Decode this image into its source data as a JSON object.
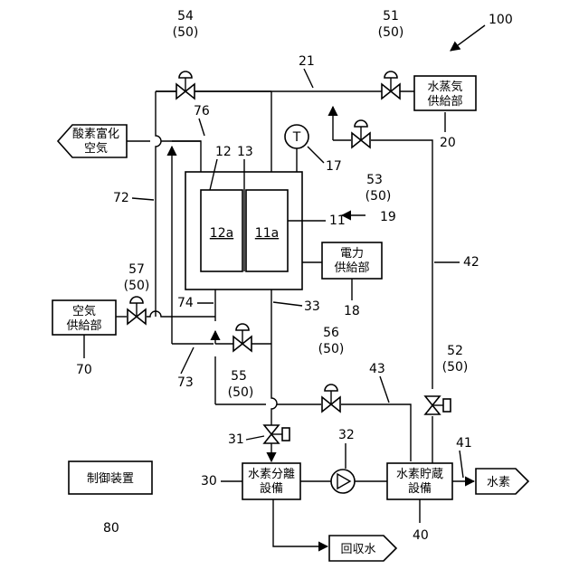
{
  "labels": {
    "system_ref": "100",
    "valve54": "54",
    "valve54_sub": "(50)",
    "valve51": "51",
    "valve51_sub": "(50)",
    "valve53": "53",
    "valve53_sub": "(50)",
    "valve57": "57",
    "valve57_sub": "(50)",
    "valve55": "55",
    "valve55_sub": "(50)",
    "valve56": "56",
    "valve56_sub": "(50)",
    "valve52": "52",
    "valve52_sub": "(50)",
    "pipe21": "21",
    "pipe76": "76",
    "pipe72": "72",
    "pipe74": "74",
    "pipe73": "73",
    "pipe33": "33",
    "pipe43": "43",
    "pipe42": "42",
    "pipe41": "41",
    "valve31": "31",
    "pump32": "32",
    "cell12": "12",
    "cell13": "13",
    "sensor17": "17",
    "ref20": "20",
    "ref11": "11",
    "ref19": "19",
    "ref18": "18",
    "ref70": "70",
    "ref30": "30",
    "ref40": "40",
    "ref80": "80"
  },
  "boxes": {
    "steam_supply": [
      "水蒸気",
      "供給部"
    ],
    "power_supply": [
      "電力",
      "供給部"
    ],
    "air_supply": [
      "空気",
      "供給部"
    ],
    "h2_separator": [
      "水素分離",
      "設備"
    ],
    "h2_storage": [
      "水素貯蔵",
      "設備"
    ],
    "controller": "制御装置"
  },
  "outputs": {
    "oxygen_air": [
      "酸素富化",
      "空気"
    ],
    "hydrogen": "水素",
    "recovered_water": "回収水"
  },
  "cells": {
    "left": "12a",
    "right": "11a"
  },
  "sensor_symbol": "T"
}
